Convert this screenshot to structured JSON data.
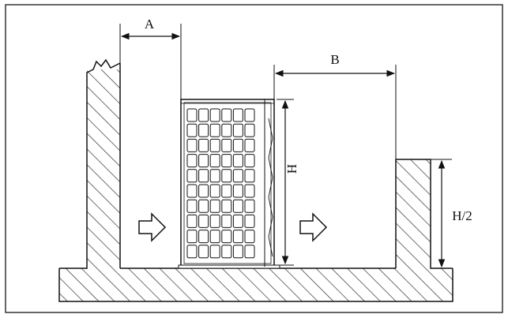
{
  "labels": {
    "a": "A",
    "b": "B",
    "h": "H",
    "h_half": "H/2"
  },
  "colors": {
    "line": "#111111",
    "background": "#ffffff"
  }
}
